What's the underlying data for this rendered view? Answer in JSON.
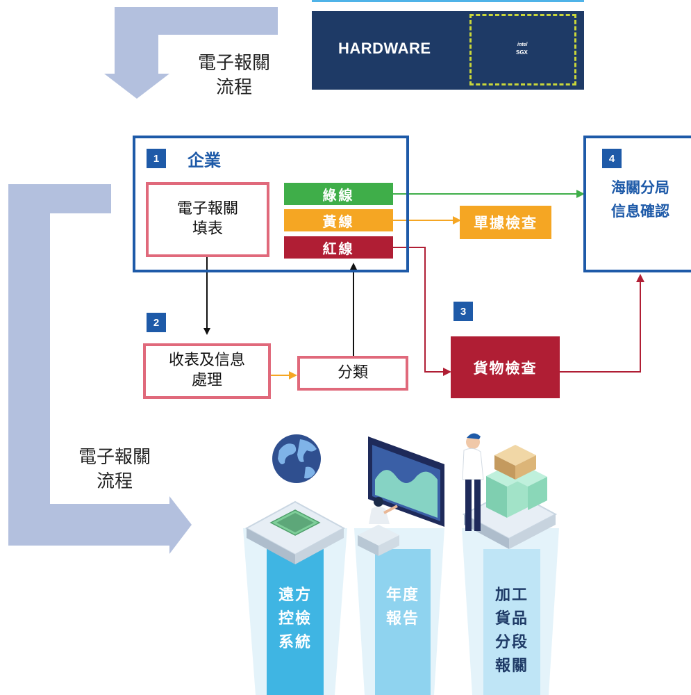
{
  "hardware": {
    "label": "HARDWARE",
    "chip_text": "SGX",
    "chip_brand": "intel"
  },
  "flow_label_top": {
    "line1": "電子報關",
    "line2": "流程"
  },
  "flow_label_left": {
    "line1": "電子報關",
    "line2": "流程"
  },
  "step1": {
    "num": "1",
    "title": "企業",
    "form_line1": "電子報關",
    "form_line2": "填表"
  },
  "lanes": {
    "green": "綠線",
    "yellow": "黃線",
    "red": "紅線"
  },
  "doc_check": "單據檢查",
  "step2": {
    "num": "2",
    "line1": "收表及信息",
    "line2": "處理"
  },
  "classify": "分類",
  "step3": {
    "num": "3",
    "label": "貨物檢查"
  },
  "step4": {
    "num": "4",
    "line1": "海關分局",
    "line2": "信息確認"
  },
  "pillars": [
    {
      "lines": [
        "遠方",
        "控檢",
        "系統"
      ]
    },
    {
      "lines": [
        "年度",
        "報告"
      ]
    },
    {
      "lines": [
        "加工",
        "貨品",
        "分段",
        "報關"
      ]
    }
  ],
  "colors": {
    "navy": "#1e3a66",
    "blue": "#1e5aa8",
    "pink": "#e0697b",
    "green": "#3fae49",
    "yellow": "#f5a623",
    "red": "#b01e34",
    "pale_blue": "#b3c0de",
    "cyan": "#37b4e6"
  }
}
